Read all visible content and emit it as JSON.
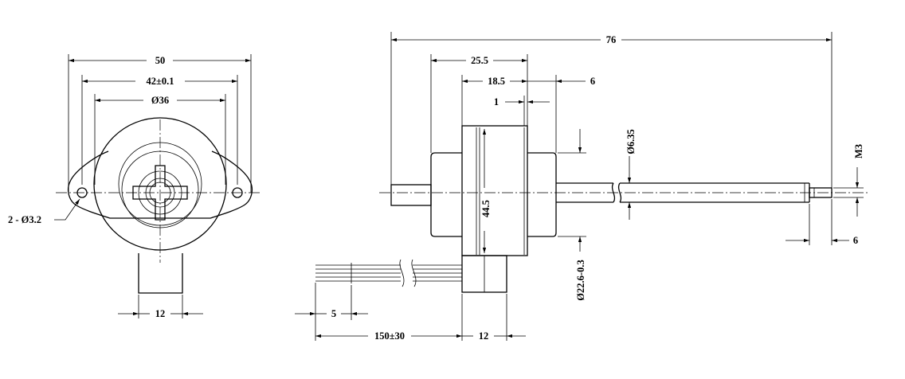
{
  "front_view": {
    "width_overall": "50",
    "hole_spacing": "42±0.1",
    "body_diameter": "Ø36",
    "holes": "2 - Ø3.2",
    "connector_width": "12"
  },
  "side_view": {
    "total_length": "76",
    "dim_25_5": "25.5",
    "dim_18_5": "18.5",
    "dim_6_top": "6",
    "dim_1": "1",
    "shaft_diameter": "Ø6.35",
    "thread": "M3",
    "thread_length": "6",
    "height": "44.5",
    "boss_diameter": "Ø22.6-0.3",
    "lead_strip": "5",
    "lead_length": "150±30",
    "connector_width": "12"
  }
}
